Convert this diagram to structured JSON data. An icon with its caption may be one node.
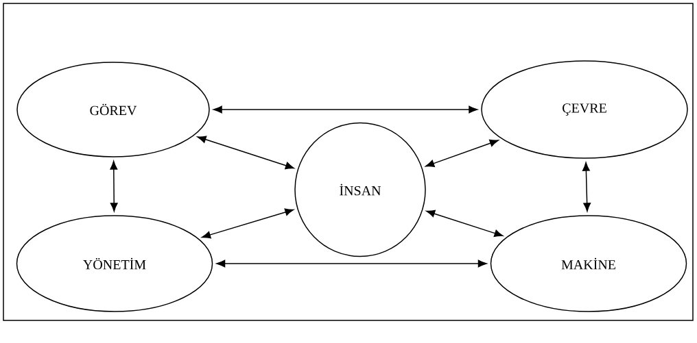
{
  "diagram": {
    "nodes": [
      {
        "text": [
          "GÖREV"
        ]
      },
      {
        "text": [
          "ÇEVRE"
        ]
      },
      {
        "text": [
          "İNSAN"
        ]
      },
      {
        "text": [
          "YÖNETİM"
        ]
      },
      {
        "text": [
          "MAKİNE"
        ]
      }
    ],
    "edges": [
      {
        "from": 0,
        "to": 1,
        "arrow": "both"
      },
      {
        "from": 0,
        "to": 2,
        "arrow": "both"
      },
      {
        "from": 1,
        "to": 2,
        "arrow": "both"
      },
      {
        "from": 0,
        "to": 3,
        "arrow": "both"
      },
      {
        "from": 1,
        "to": 4,
        "arrow": "both"
      },
      {
        "from": 3,
        "to": 2,
        "arrow": "both"
      },
      {
        "from": 2,
        "to": 4,
        "arrow": "both"
      },
      {
        "from": 3,
        "to": 4,
        "arrow": "both"
      }
    ]
  }
}
